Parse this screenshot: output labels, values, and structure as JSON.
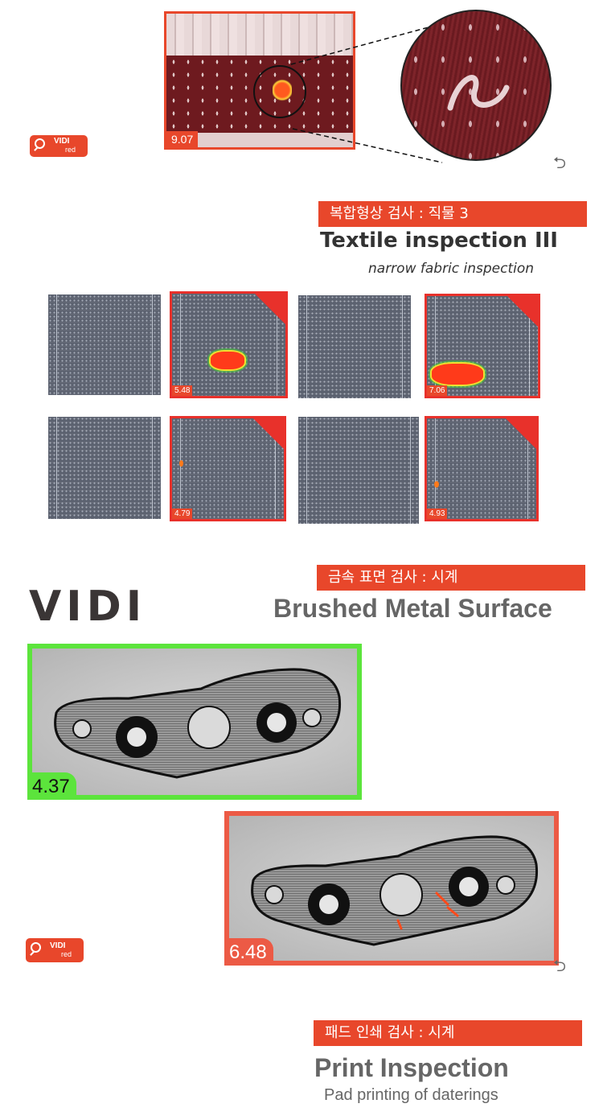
{
  "textile_top": {
    "score": "9.07",
    "logo_brand": "VIDI",
    "logo_sub": "red"
  },
  "section_textile": {
    "banner": "복합형상 검사 : 직물 3",
    "title": "Textile inspection III",
    "subtitle": "narrow fabric inspection",
    "scores": [
      "5.48",
      "7.06",
      "4.79",
      "4.93"
    ]
  },
  "section_metal": {
    "brand_wordmark": "VIDI",
    "banner": "금속 표면 검사 : 시계",
    "title": "Brushed Metal Surface",
    "score_good": "4.37",
    "score_bad": "6.48",
    "logo_brand": "VIDI",
    "logo_sub": "red"
  },
  "section_print": {
    "banner": "패드 인쇄 검사 : 시계",
    "title": "Print Inspection",
    "subtitle": "Pad printing of daterings"
  },
  "colors": {
    "accent": "#e8472b",
    "defect": "#e8312b",
    "pass": "#5ce43c",
    "fabric": "#7a1e22"
  },
  "icons": [
    "magnifier-icon",
    "undo-arrow-icon"
  ]
}
